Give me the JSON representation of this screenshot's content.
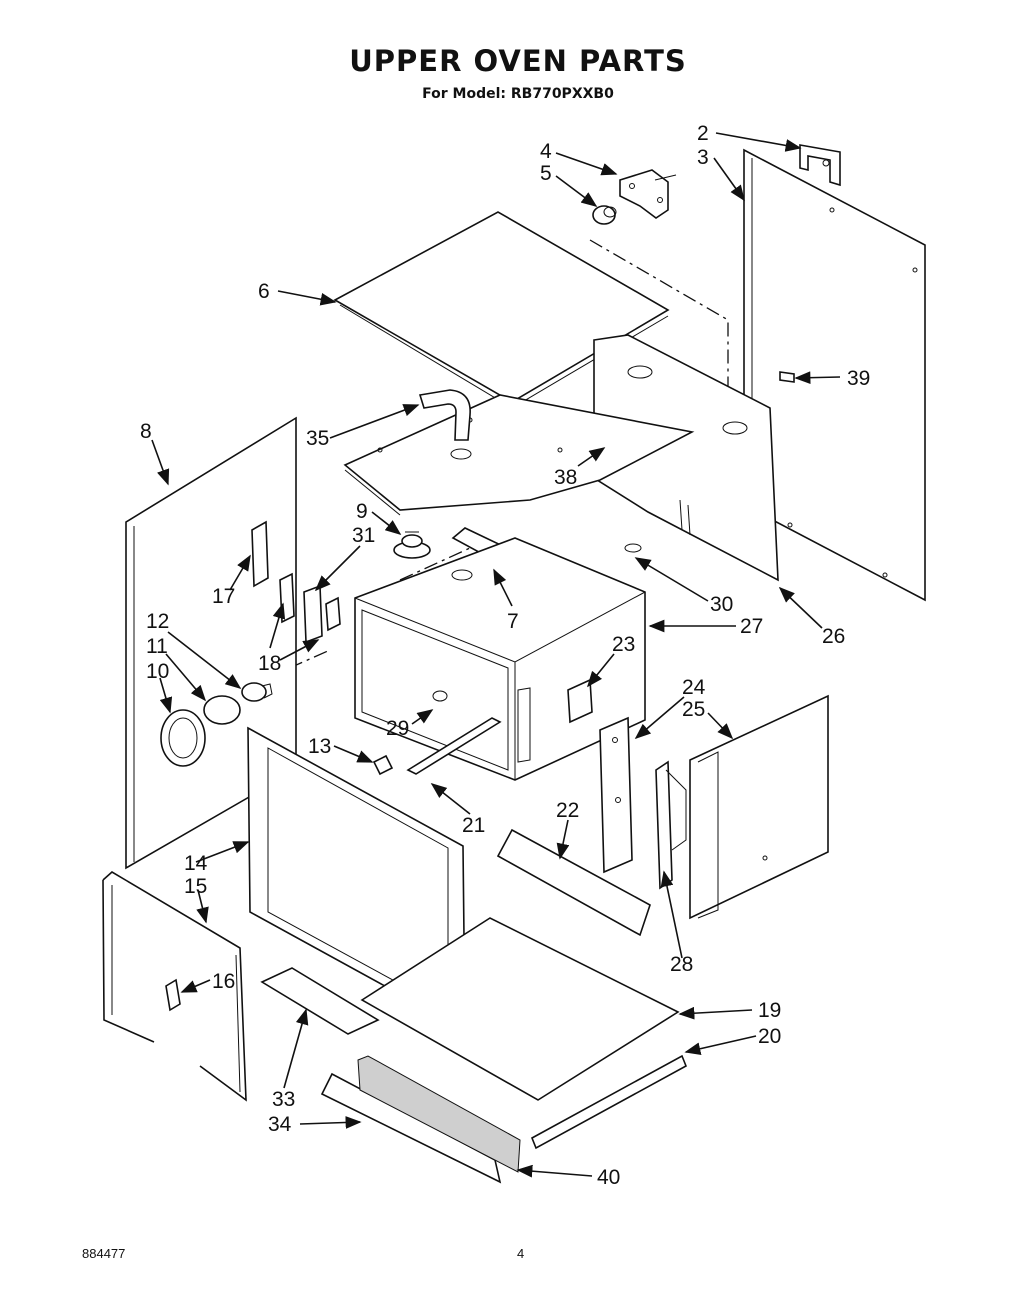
{
  "title": "UPPER OVEN PARTS",
  "subtitle": "For Model: RB770PXXB0",
  "footer": {
    "doc_number": "884477",
    "page_number": "4"
  },
  "callouts": {
    "c2": "2",
    "c3": "3",
    "c4": "4",
    "c5": "5",
    "c6": "6",
    "c7": "7",
    "c8": "8",
    "c9": "9",
    "c10": "10",
    "c11": "11",
    "c12": "12",
    "c13": "13",
    "c14": "14",
    "c15": "15",
    "c16": "16",
    "c17": "17",
    "c18": "18",
    "c19": "19",
    "c20": "20",
    "c21": "21",
    "c22": "22",
    "c23": "23",
    "c24": "24",
    "c25": "25",
    "c26": "26",
    "c27": "27",
    "c28": "28",
    "c29": "29",
    "c30": "30",
    "c31": "31",
    "c33": "33",
    "c34": "34",
    "c35": "35",
    "c38": "38",
    "c39": "39",
    "c40": "40"
  }
}
